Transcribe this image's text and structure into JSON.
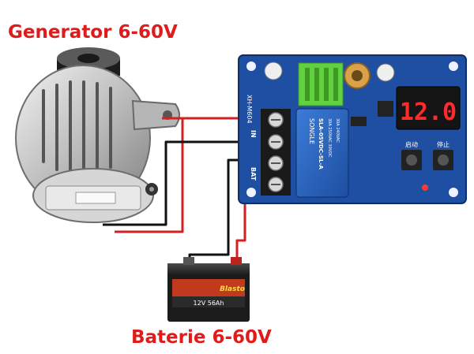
{
  "labels": {
    "generator": "Generator 6-60V",
    "battery": "Baterie 6-60V"
  },
  "display": {
    "reading": "12.0"
  },
  "module": {
    "model": "XH-M604",
    "relay_brand": "SONGLE",
    "relay_model": "SLA-05VDC-SL-A",
    "relay_spec_1": "30A 250VAC 30VDC",
    "relay_spec_2": "30A 240VAC",
    "terminal_in": "IN",
    "terminal_bat": "BAT",
    "button_start": "启动",
    "button_stop": "停止"
  },
  "battery": {
    "brand": "Blasto",
    "spec": "12V 56Ah"
  },
  "colors": {
    "label": "#e01b1b",
    "wire_positive": "#d42020",
    "wire_negative": "#111111",
    "pcb": "#1e4fa3",
    "display_digits": "#ff2a2a",
    "heatsink": "#62d140"
  }
}
